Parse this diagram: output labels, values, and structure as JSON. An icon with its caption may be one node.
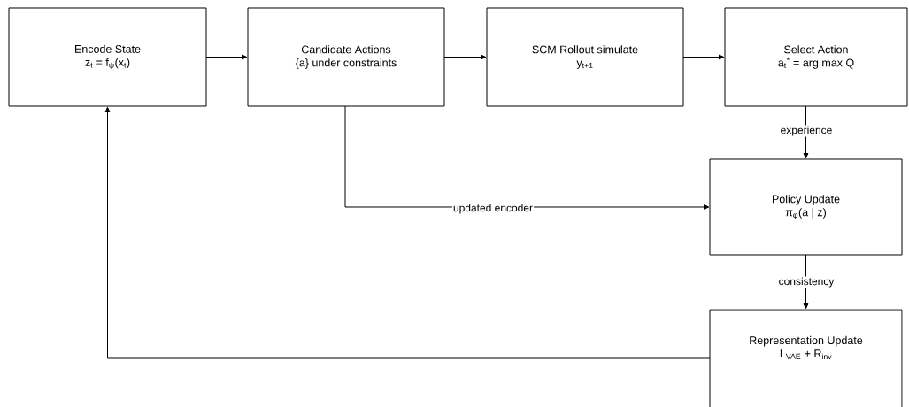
{
  "diagram": {
    "nodes": [
      {
        "text": [
          "Encode State",
          "z$_{t}$ = f$_{ψ}$(x$_{t}$)"
        ]
      },
      {
        "text": [
          "Candidate Actions",
          "{a} under constraints"
        ]
      },
      {
        "text": [
          "SCM Rollout simulate",
          "y$_{t+1}$"
        ]
      },
      {
        "text": [
          "Select Action",
          "a$_{t}$$^{*}$ = arg max Q"
        ]
      },
      {
        "text": [
          "Policy Update",
          "π$_{φ}$(a | z)"
        ]
      },
      {
        "text": [
          "Representation Update",
          "L$_{VAE}$ + R$_{inv}$"
        ]
      }
    ],
    "edges": [
      {
        "from": 0,
        "to": 1,
        "arrow": "to"
      },
      {
        "from": 1,
        "to": 2,
        "arrow": "to"
      },
      {
        "from": 2,
        "to": 3,
        "arrow": "to"
      },
      {
        "from": 3,
        "to": 4,
        "arrow": "to",
        "label": "experience"
      },
      {
        "from": 1,
        "to": 4,
        "arrow": "to",
        "label": "updated encoder"
      },
      {
        "from": 4,
        "to": 5,
        "arrow": "to",
        "label": "consistency"
      },
      {
        "from": 5,
        "to": 0,
        "arrow": "to"
      }
    ]
  }
}
